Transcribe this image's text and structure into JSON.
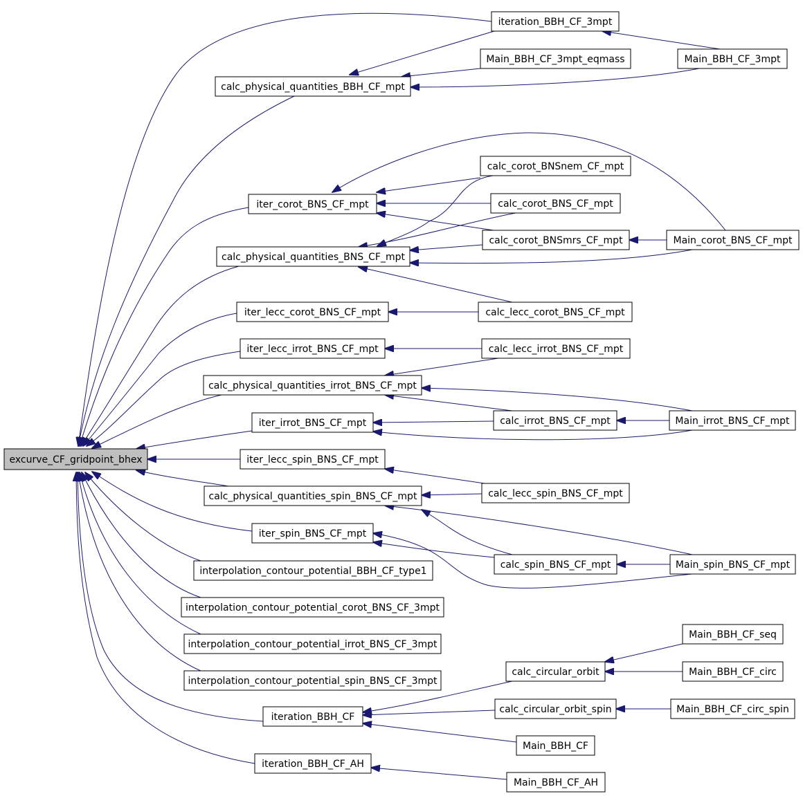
{
  "graph": {
    "root": "excurve_CF_gridpoint_bhex",
    "edge_color": "#191970",
    "root_fill": "#bfbfbf",
    "nodes": [
      {
        "id": "root",
        "label": "excurve_CF_gridpoint_bhex"
      },
      {
        "id": "iter_bbh3",
        "label": "iteration_BBH_CF_3mpt"
      },
      {
        "id": "calc_pq_bbh",
        "label": "calc_physical_quantities_BBH_CF_mpt"
      },
      {
        "id": "main_bbh3_eq",
        "label": "Main_BBH_CF_3mpt_eqmass"
      },
      {
        "id": "main_bbh3",
        "label": "Main_BBH_CF_3mpt"
      },
      {
        "id": "iter_corot",
        "label": "iter_corot_BNS_CF_mpt"
      },
      {
        "id": "calc_nem",
        "label": "calc_corot_BNSnem_CF_mpt"
      },
      {
        "id": "calc_corot",
        "label": "calc_corot_BNS_CF_mpt"
      },
      {
        "id": "calc_pq_bns",
        "label": "calc_physical_quantities_BNS_CF_mpt"
      },
      {
        "id": "calc_mrs",
        "label": "calc_corot_BNSmrs_CF_mpt"
      },
      {
        "id": "main_corot",
        "label": "Main_corot_BNS_CF_mpt"
      },
      {
        "id": "iter_lecc_corot",
        "label": "iter_lecc_corot_BNS_CF_mpt"
      },
      {
        "id": "calc_lecc_corot",
        "label": "calc_lecc_corot_BNS_CF_mpt"
      },
      {
        "id": "iter_lecc_irrot",
        "label": "iter_lecc_irrot_BNS_CF_mpt"
      },
      {
        "id": "calc_lecc_irrot",
        "label": "calc_lecc_irrot_BNS_CF_mpt"
      },
      {
        "id": "calc_pq_irrot",
        "label": "calc_physical_quantities_irrot_BNS_CF_mpt"
      },
      {
        "id": "iter_irrot",
        "label": "iter_irrot_BNS_CF_mpt"
      },
      {
        "id": "calc_irrot",
        "label": "calc_irrot_BNS_CF_mpt"
      },
      {
        "id": "main_irrot",
        "label": "Main_irrot_BNS_CF_mpt"
      },
      {
        "id": "iter_lecc_spin",
        "label": "iter_lecc_spin_BNS_CF_mpt"
      },
      {
        "id": "calc_pq_spin",
        "label": "calc_physical_quantities_spin_BNS_CF_mpt"
      },
      {
        "id": "calc_lecc_spin",
        "label": "calc_lecc_spin_BNS_CF_mpt"
      },
      {
        "id": "iter_spin",
        "label": "iter_spin_BNS_CF_mpt"
      },
      {
        "id": "calc_spin",
        "label": "calc_spin_BNS_CF_mpt"
      },
      {
        "id": "main_spin",
        "label": "Main_spin_BNS_CF_mpt"
      },
      {
        "id": "interp_bbh",
        "label": "interpolation_contour_potential_BBH_CF_type1"
      },
      {
        "id": "interp_corot",
        "label": "interpolation_contour_potential_corot_BNS_CF_3mpt"
      },
      {
        "id": "interp_irrot",
        "label": "interpolation_contour_potential_irrot_BNS_CF_3mpt"
      },
      {
        "id": "interp_spin",
        "label": "interpolation_contour_potential_spin_BNS_CF_3mpt"
      },
      {
        "id": "calc_circ",
        "label": "calc_circular_orbit"
      },
      {
        "id": "main_bbh_seq",
        "label": "Main_BBH_CF_seq"
      },
      {
        "id": "main_bbh_circ",
        "label": "Main_BBH_CF_circ"
      },
      {
        "id": "iter_bbh",
        "label": "iteration_BBH_CF"
      },
      {
        "id": "calc_circ_spin",
        "label": "calc_circular_orbit_spin"
      },
      {
        "id": "main_bbh_circ_spin",
        "label": "Main_BBH_CF_circ_spin"
      },
      {
        "id": "main_bbh",
        "label": "Main_BBH_CF"
      },
      {
        "id": "iter_bbh_ah",
        "label": "iteration_BBH_CF_AH"
      },
      {
        "id": "main_bbh_ah",
        "label": "Main_BBH_CF_AH"
      }
    ],
    "edges": [
      [
        "iter_bbh3",
        "root"
      ],
      [
        "calc_pq_bbh",
        "root"
      ],
      [
        "iter_corot",
        "root"
      ],
      [
        "calc_pq_bns",
        "root"
      ],
      [
        "iter_lecc_corot",
        "root"
      ],
      [
        "iter_lecc_irrot",
        "root"
      ],
      [
        "calc_pq_irrot",
        "root"
      ],
      [
        "iter_irrot",
        "root"
      ],
      [
        "iter_lecc_spin",
        "root"
      ],
      [
        "calc_pq_spin",
        "root"
      ],
      [
        "iter_spin",
        "root"
      ],
      [
        "interp_bbh",
        "root"
      ],
      [
        "interp_corot",
        "root"
      ],
      [
        "interp_irrot",
        "root"
      ],
      [
        "interp_spin",
        "root"
      ],
      [
        "iter_bbh",
        "root"
      ],
      [
        "iter_bbh_ah",
        "root"
      ],
      [
        "main_bbh3",
        "iter_bbh3"
      ],
      [
        "iter_bbh3",
        "calc_pq_bbh"
      ],
      [
        "main_bbh3_eq",
        "calc_pq_bbh"
      ],
      [
        "main_bbh3",
        "calc_pq_bbh"
      ],
      [
        "main_corot",
        "iter_corot"
      ],
      [
        "calc_nem",
        "iter_corot"
      ],
      [
        "calc_corot",
        "iter_corot"
      ],
      [
        "calc_mrs",
        "iter_corot"
      ],
      [
        "calc_nem",
        "calc_pq_bns"
      ],
      [
        "calc_corot",
        "calc_pq_bns"
      ],
      [
        "calc_mrs",
        "calc_pq_bns"
      ],
      [
        "main_corot",
        "calc_pq_bns"
      ],
      [
        "calc_lecc_corot",
        "calc_pq_bns"
      ],
      [
        "main_corot",
        "calc_mrs"
      ],
      [
        "calc_lecc_corot",
        "iter_lecc_corot"
      ],
      [
        "calc_lecc_irrot",
        "iter_lecc_irrot"
      ],
      [
        "calc_lecc_irrot",
        "calc_pq_irrot"
      ],
      [
        "main_irrot",
        "calc_pq_irrot"
      ],
      [
        "calc_irrot",
        "calc_pq_irrot"
      ],
      [
        "calc_irrot",
        "iter_irrot"
      ],
      [
        "main_irrot",
        "iter_irrot"
      ],
      [
        "main_irrot",
        "calc_irrot"
      ],
      [
        "calc_lecc_spin",
        "iter_lecc_spin"
      ],
      [
        "calc_lecc_spin",
        "calc_pq_spin"
      ],
      [
        "calc_spin",
        "calc_pq_spin"
      ],
      [
        "main_spin",
        "calc_pq_spin"
      ],
      [
        "main_spin",
        "iter_spin"
      ],
      [
        "calc_spin",
        "iter_spin"
      ],
      [
        "main_spin",
        "calc_spin"
      ],
      [
        "calc_circ",
        "iter_bbh"
      ],
      [
        "calc_circ_spin",
        "iter_bbh"
      ],
      [
        "main_bbh",
        "iter_bbh"
      ],
      [
        "main_bbh_seq",
        "calc_circ"
      ],
      [
        "main_bbh_circ",
        "calc_circ"
      ],
      [
        "main_bbh_circ_spin",
        "calc_circ_spin"
      ],
      [
        "main_bbh_ah",
        "iter_bbh_ah"
      ]
    ]
  }
}
